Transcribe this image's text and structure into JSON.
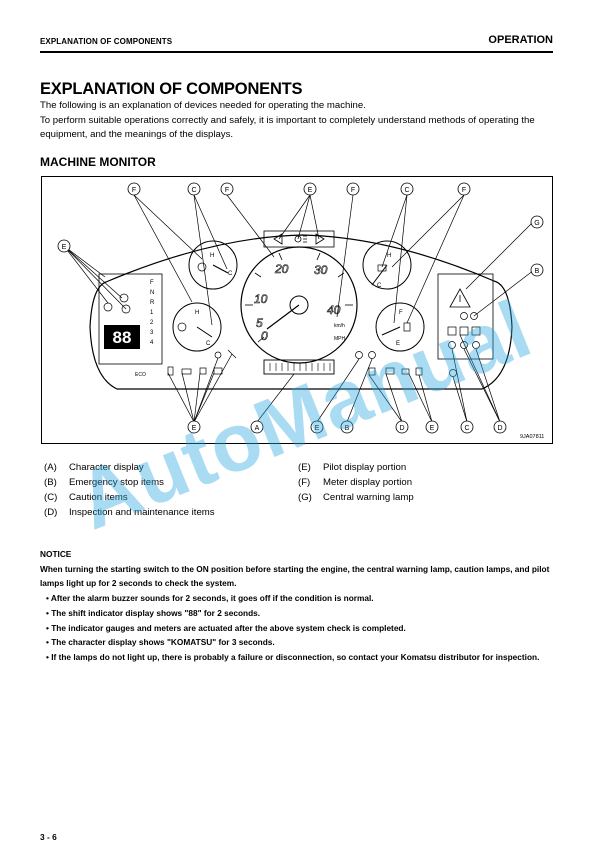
{
  "header": {
    "section_left": "EXPLANATION OF COMPONENTS",
    "section_right": "OPERATION"
  },
  "title": "EXPLANATION OF COMPONENTS",
  "intro": [
    "The following is an explanation of devices needed for operating the machine.",
    "To perform suitable operations correctly and safely, it is important to completely understand methods of operating the equipment, and the meanings of the displays."
  ],
  "section_title": "MACHINE MONITOR",
  "figure": {
    "id": "9JA07811",
    "callouts": {
      "top": [
        "F",
        "C",
        "F",
        "E",
        "F",
        "C",
        "F"
      ],
      "left": "E",
      "right": [
        "G",
        "B"
      ],
      "bottom": [
        "E",
        "A",
        "E",
        "B",
        "D",
        "E",
        "C",
        "D"
      ]
    },
    "speed_labels": [
      "0",
      "5",
      "10",
      "20",
      "30",
      "40"
    ],
    "unit_labels": [
      "km/h",
      "MPH"
    ],
    "shift_labels": [
      "F",
      "N",
      "R",
      "1",
      "2",
      "3",
      "4"
    ],
    "gauge_labels": [
      "H",
      "C",
      "H",
      "C",
      "F",
      "E"
    ],
    "segment_text": "88",
    "eco_label": "ECO"
  },
  "legend": {
    "left": [
      {
        "key": "(A)",
        "text": "Character display"
      },
      {
        "key": "(B)",
        "text": "Emergency stop items"
      },
      {
        "key": "(C)",
        "text": "Caution items"
      },
      {
        "key": "(D)",
        "text": "Inspection and maintenance items"
      }
    ],
    "right": [
      {
        "key": "(E)",
        "text": "Pilot display portion"
      },
      {
        "key": "(F)",
        "text": "Meter display portion"
      },
      {
        "key": "(G)",
        "text": "Central warning lamp"
      }
    ]
  },
  "notice": {
    "title": "NOTICE",
    "lead": "When turning the starting switch to the ON position before starting the engine, the central warning lamp, caution lamps, and pilot lamps light up for 2 seconds to check the system.",
    "items": [
      "After the alarm buzzer sounds for 2 seconds, it goes off if the  condition is normal.",
      "The shift indicator display shows \"88\" for 2 seconds.",
      "The indicator gauges and meters are actuated after the above system  check is completed.",
      "The character display shows \"KOMATSU\" for 3 seconds.",
      "If the lamps do not light up, there is probably a failure  or  disconnection, so contact your Komatsu distributor for inspection."
    ],
    "bullet": "•"
  },
  "watermark": "AutoManual",
  "page_number": "3 - 6"
}
